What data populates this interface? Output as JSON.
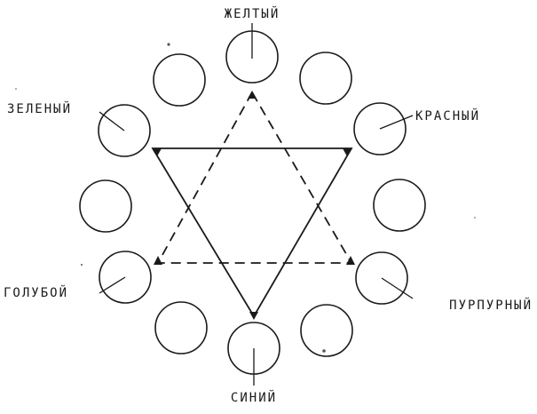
{
  "labels": {
    "yellow": "ЖЕЛТЫЙ",
    "green": "ЗЕЛЕНЫЙ",
    "red": "КРАСНЫЙ",
    "blue": "ГОЛУБОЙ",
    "purple": "ПУРПУРНЫЙ",
    "dark_blue": "СИНИЙ"
  },
  "colors": {
    "ink": "#1a1a1a",
    "paper": "#ffffff"
  }
}
